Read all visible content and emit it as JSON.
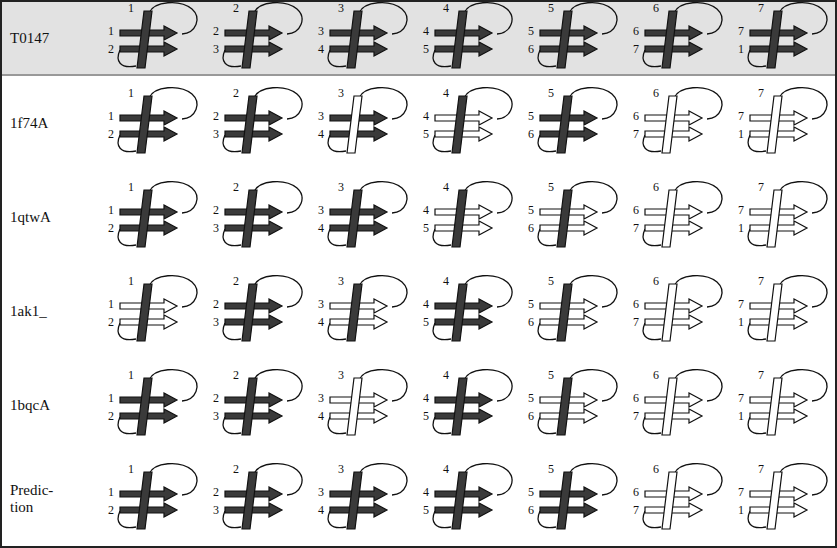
{
  "diagram": {
    "labels": [
      "T0147",
      "1",
      "1",
      "2",
      "2",
      "2",
      "3",
      "3",
      "3",
      "4",
      "4",
      "4",
      "5",
      "5",
      "5",
      "6",
      "6",
      "6",
      "7",
      "7",
      "7",
      "1",
      "1f74A",
      "1",
      "1",
      "2",
      "2",
      "2",
      "3",
      "3",
      "3",
      "4",
      "4",
      "4",
      "5",
      "5",
      "5",
      "6",
      "6",
      "6",
      "7",
      "7",
      "7",
      "1",
      "1qtwA",
      "1",
      "1",
      "2",
      "2",
      "2",
      "3",
      "3",
      "3",
      "4",
      "4",
      "4",
      "5",
      "5",
      "5",
      "6",
      "6",
      "6",
      "7",
      "7",
      "7",
      "1",
      "1ak1_",
      "1",
      "1",
      "2",
      "2",
      "2",
      "3",
      "3",
      "3",
      "4",
      "4",
      "4",
      "5",
      "5",
      "5",
      "6",
      "6",
      "6",
      "7",
      "7",
      "7",
      "1",
      "1bqcA",
      "1",
      "1",
      "2",
      "2",
      "2",
      "3",
      "3",
      "3",
      "4",
      "4",
      "4",
      "5",
      "5",
      "5",
      "6",
      "6",
      "6",
      "7",
      "7",
      "7",
      "1",
      "Predic- tion",
      "1",
      "1",
      "2",
      "2",
      "2",
      "3",
      "3",
      "3",
      "4",
      "4",
      "4",
      "5",
      "5",
      "5",
      "6",
      "6",
      "6",
      "7",
      "7",
      "7",
      "1"
    ]
  }
}
